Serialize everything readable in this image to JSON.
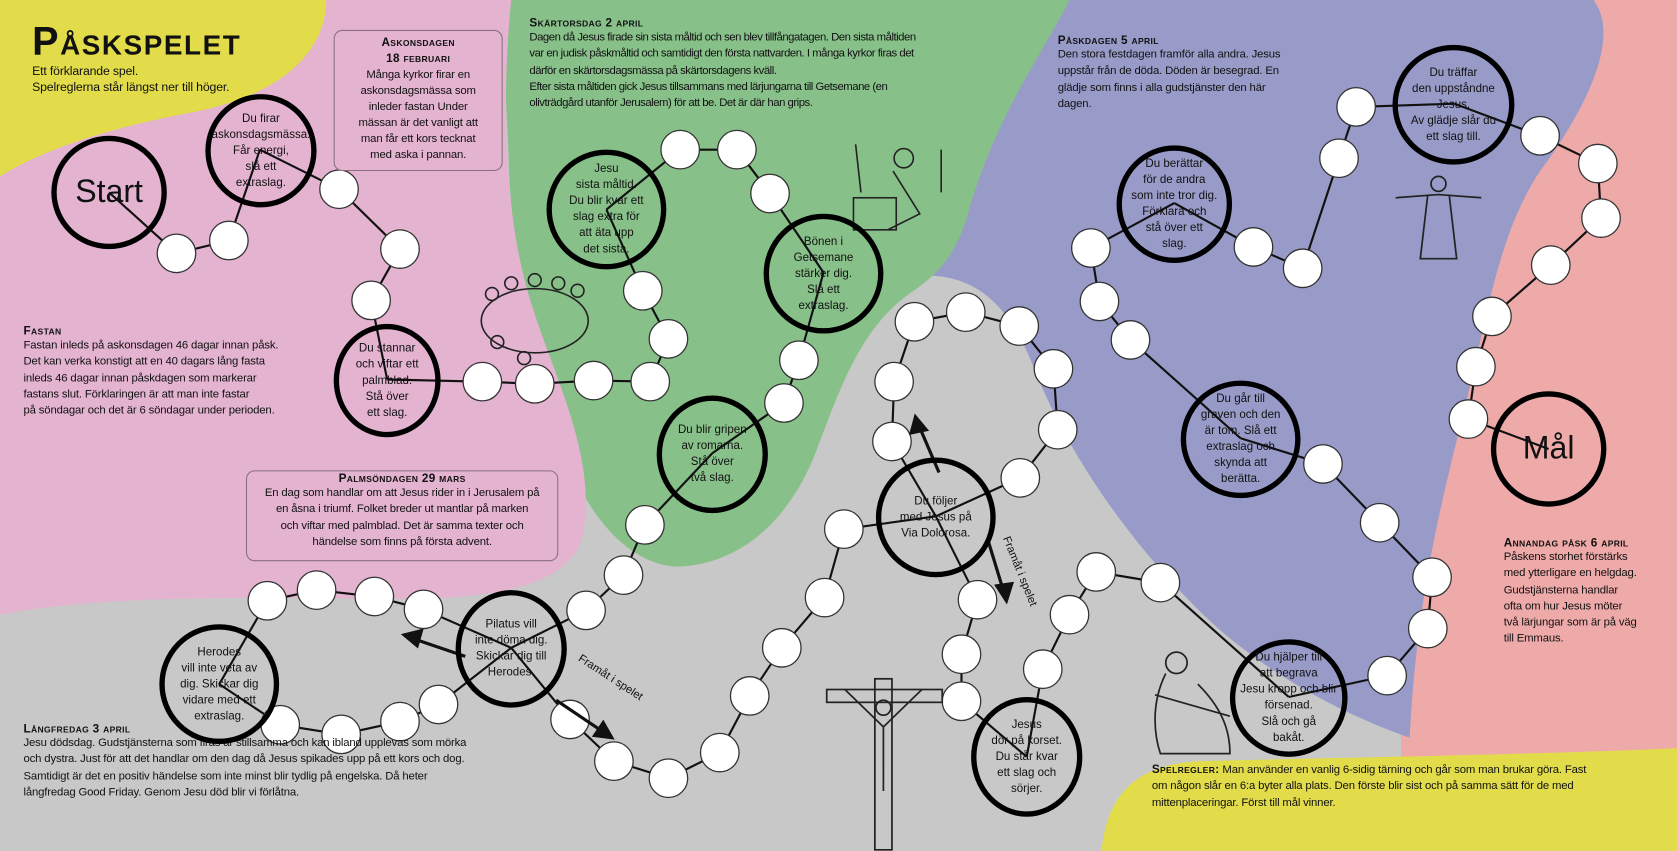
{
  "title": "Påskspelet",
  "subtitle": "Ett förklarande spel.\nSpelreglerna står längst ner till höger.",
  "info": {
    "askonsdagen": {
      "heading": "Askonsdagen\n18 februari",
      "text": "Många kyrkor firar en\naskonsdagsmässa som\ninleder fastan Under\nmässan är det vanligt att\nman får ett kors tecknat\nmed aska i pannan."
    },
    "fastan": {
      "heading": "Fastan",
      "text": "Fastan inleds på askonsdagen 46 dagar innan påsk.\nDet kan verka konstigt att en 40 dagars lång fasta\ninleds 46 dagar innan påskdagen som markerar\nfastans slut. Förklaringen är att man inte fastar\npå söndagar och det är 6 söndagar under perioden."
    },
    "palmsondagen": {
      "heading": "Palmsöndagen 29 mars",
      "text": "En dag som handlar om att Jesus rider in i Jerusalem på\nen åsna i triumf. Folket breder ut mantlar på marken\noch viftar med palmblad. Det är samma texter och\nhändelse som finns på första advent."
    },
    "skartorsdag": {
      "heading": "Skärtorsdag 2 april",
      "text": "Dagen då Jesus firade sin sista måltid och sen blev tillfångatagen. Den sista måltiden\nvar en judisk påskmåltid och samtidigt den första nattvarden. I många kyrkor firas det\ndärför en skärtorsdagsmässa på skärtorsdagens kväll.\nEfter sista måltiden gick Jesus tillsammans med lärjungarna till Getsemane (en\nolivträdgård utanför Jerusalem) för att be. Det är där han grips."
    },
    "langfredag": {
      "heading": "Långfredag 3 april",
      "text": "Jesu dödsdag. Gudstjänsterna som firas är stillsamma och kan ibland upplevas som mörka\noch dystra. Just för att det handlar om den dag då Jesus spikades upp på ett kors och dog.\nSamtidigt är det en positiv händelse som inte minst blir tydlig på engelska. Då heter\nlångfredag Good Friday. Genom Jesu död blir vi förlåtna."
    },
    "paskdagen": {
      "heading": "Påskdagen 5 april",
      "text": "Den stora festdagen framför alla andra. Jesus\nuppstår från de döda. Döden är besegrad. En\nglädje som finns i alla gudstjänster den här\ndagen."
    },
    "annandag": {
      "heading": "Annandag påsk 6 april",
      "text": "Påskens storhet förstärks\nmed ytterligare en helgdag.\nGudstjänsterna handlar\nofta om hur Jesus möter\ntvå lärjungar som är på väg\ntill Emmaus."
    }
  },
  "rules": {
    "heading": "Spelregler:",
    "text": " Man använder en vanlig 6-sidig tärning och går som man brukar göra. Fast\nom någon slår en 6:a byter alla plats. Den förste blir sist och på samma sätt för de med\nmittenplaceringar. Först till mål vinner."
  },
  "spaces": {
    "start": "Start",
    "firar": "Du firar\naskonsdagsmässa.\nFår energi,\nslå ett\nextraslag.",
    "stannar": "Du stannar\noch viftar ett\npalmblad.\nStå över\nett slag.",
    "sista": "Jesu\nsista måltid.\nDu blir kvar ett\nslag extra för\natt äta upp\ndet sista.",
    "bonen": "Bönen i\nGetsemane\nstärker dig.\nSlå ett\nextraslag.",
    "gripen": "Du blir gripen\nav romarna.\nStå över\ntvå slag.",
    "pilatus": "Pilatus vill\ninte döma dig.\nSkickar dig till\nHerodes.",
    "herodes": "Herodes\nvill inte veta av\ndig. Skickar dig\nvidare med ett\nextraslag.",
    "viadolorosa": "Du följer\nmed Jesus på\nVia Dolorosa.",
    "dor": "Jesus\ndör på korset.\nDu står kvar\nett slag och\nsörjer.",
    "hjalper": "Du hjälper till\natt begrava\nJesu kropp och blir\nförsenad.\nSlå och gå\nbakåt.",
    "graven": "Du går till\ngraven och den\när tom. Slå ett\nextraslag och\nskynda att\nberätta.",
    "berattar": "Du berättar\nför de andra\nsom inte tror dig.\nFörklara och\nstå över ett\nslag.",
    "traffar": "Du träffar\nden uppståndne\nJesus.\nAv glädje slår du\nett slag till.",
    "mal": "Mål"
  },
  "arrows": {
    "forward_1": "Framåt i spelet",
    "forward_2": "Framåt i spelet"
  },
  "colors": {
    "yellow": "#e2dc4b",
    "pink": "#e3b3d0",
    "green": "#88c08a",
    "purple": "#989bc8",
    "salmon": "#eeaaa9",
    "grey": "#c8c8c8"
  }
}
